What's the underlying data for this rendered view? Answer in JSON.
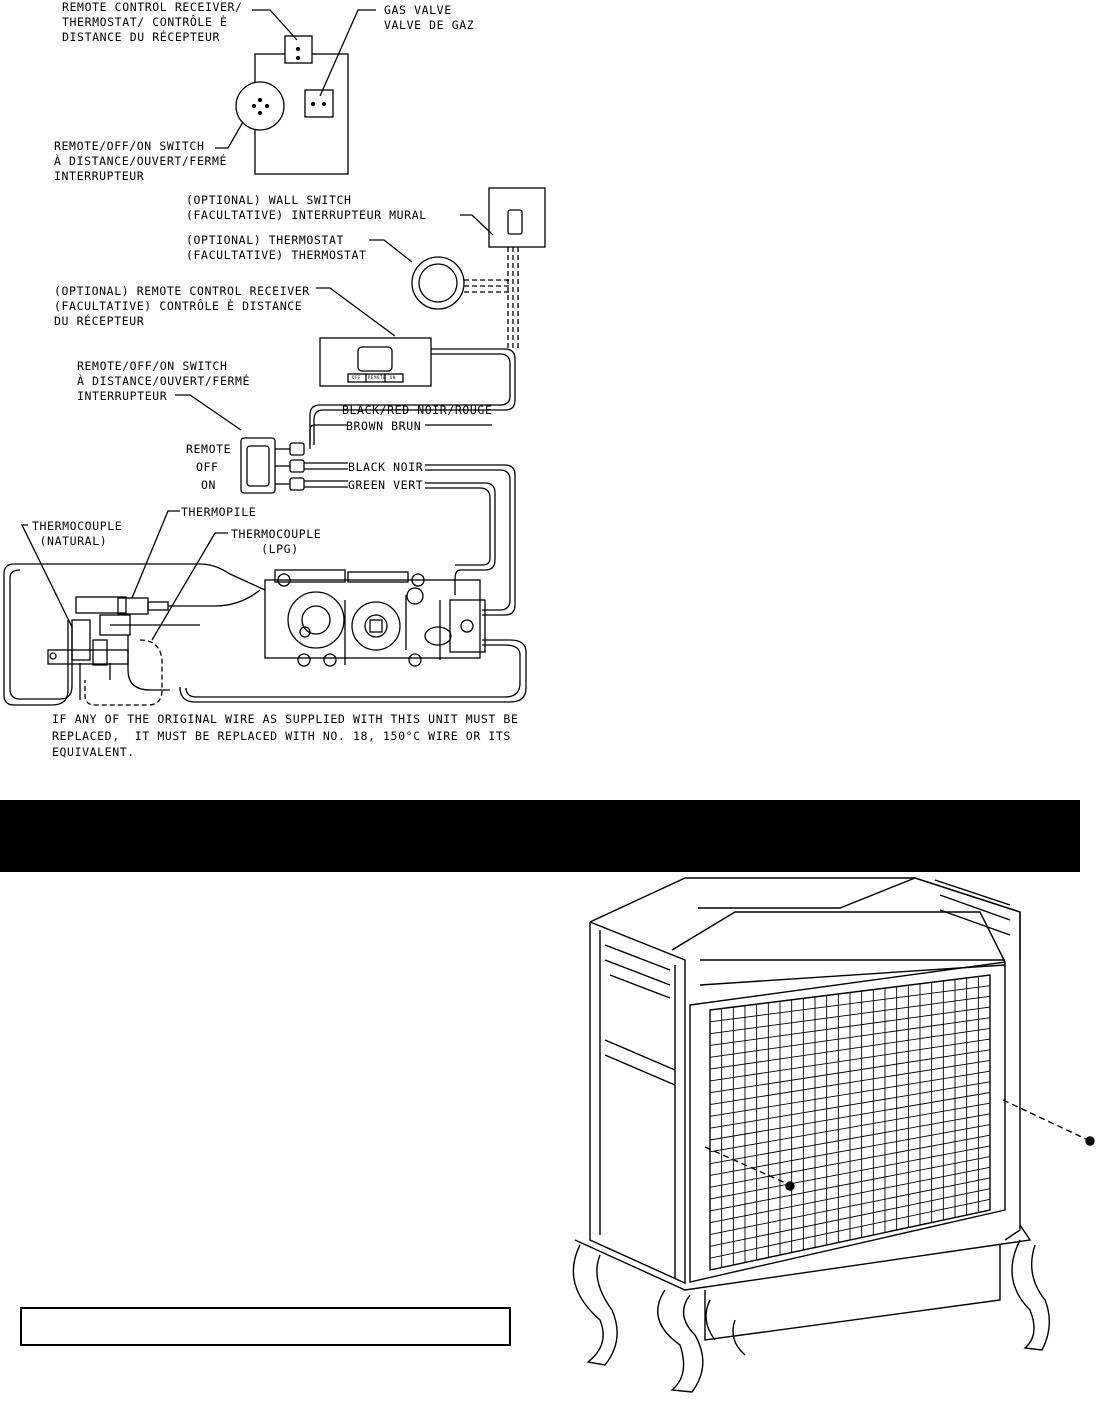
{
  "labels": {
    "remote_receiver_top": "REMOTE CONTROL RECEIVER/\nTHERMOSTAT/ CONTRÔLE È\nDISTANCE DU RÉCEPTEUR",
    "gas_valve": "GAS VALVE\nVALVE DE GAZ",
    "switch_top": "REMOTE/OFF/ON SWITCH\nÀ DISTANCE/OUVERT/FERMÉ\nINTERRUPTEUR",
    "wall_switch": "(OPTIONAL) WALL SWITCH\n(FACULTATIVE) INTERRUPTEUR MURAL",
    "thermostat": "(OPTIONAL) THERMOSTAT\n(FACULTATIVE) THERMOSTAT",
    "remote_receiver_opt": "(OPTIONAL) REMOTE CONTROL RECEIVER\n(FACULTATIVE) CONTRÔLE È DISTANCE\nDU RÉCEPTEUR",
    "switch_mid": "REMOTE/OFF/ON SWITCH\nÀ DISTANCE/OUVERT/FERMÉ\nINTERRUPTEUR",
    "switch_remote": "REMOTE",
    "switch_off": "OFF",
    "switch_on": "ON",
    "wire_black_red": "BLACK/RED NOIR/ROUGE",
    "wire_brown": "BROWN BRUN",
    "wire_black": "BLACK NOIR",
    "wire_green": "GREEN VERT",
    "thermopile": "THERMOPILE",
    "thermocouple_natural": "THERMOCOUPLE\n (NATURAL)",
    "thermocouple_lpg": "THERMOCOUPLE\n    (LPG)",
    "receiver_buttons": [
      "OFF",
      "REMOTE",
      "ON"
    ],
    "note_wire": "IF ANY OF THE ORIGINAL WIRE AS SUPPLIED WITH THIS UNIT MUST BE\nREPLACED,  IT MUST BE REPLACED WITH NO. 18, 150°C WIRE OR ITS\nEQUIVALENT."
  }
}
